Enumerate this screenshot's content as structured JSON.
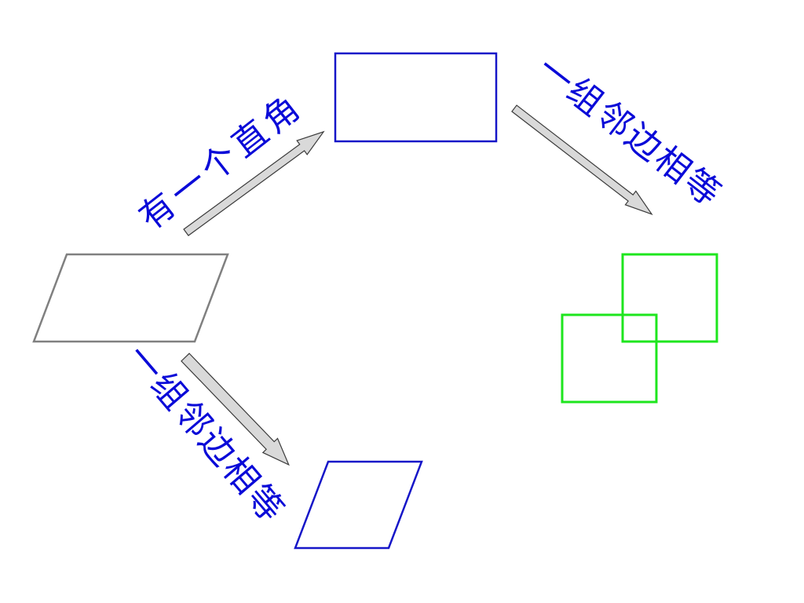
{
  "labels": {
    "right_angle": "有一个直角",
    "adjacent_equal_top": "一组邻边相等",
    "adjacent_equal_bottom": "一组邻边相等"
  },
  "colors": {
    "text": "#0a0ad8",
    "parallelogram": "#808080",
    "rectangle": "#1616c8",
    "square": "#1ee61e",
    "rhombus": "#1616c8",
    "arrow_fill": "#d9d9d9"
  },
  "shapes": [
    "parallelogram",
    "rectangle",
    "square",
    "rhombus"
  ]
}
